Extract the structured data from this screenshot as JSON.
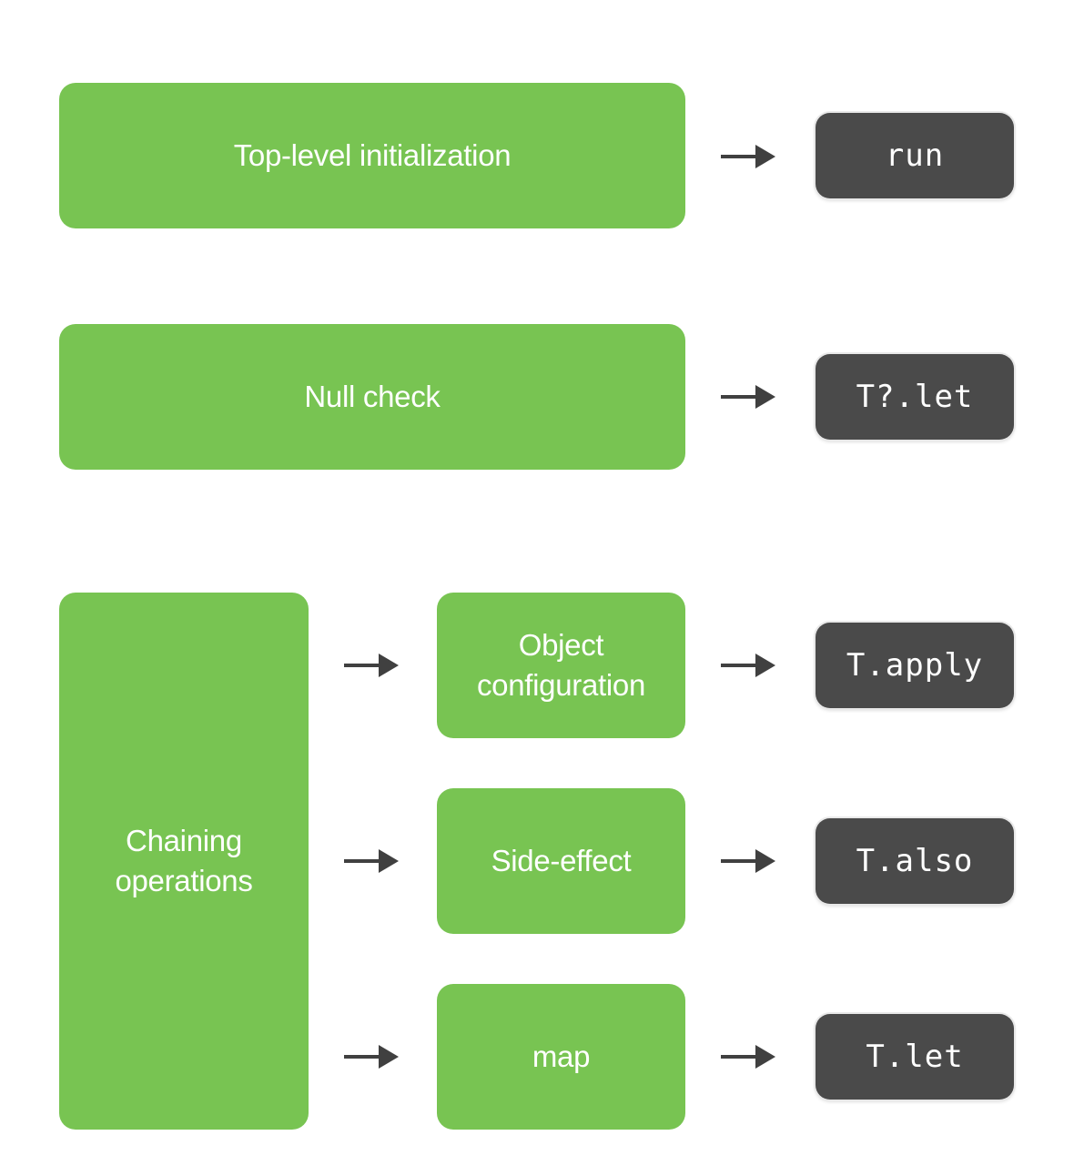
{
  "colors": {
    "green": "#78c452",
    "dark": "#4a4a4a",
    "arrow": "#404040"
  },
  "boxes": {
    "top_level": "Top-level initialization",
    "null_check": "Null check",
    "chaining": "Chaining\noperations",
    "object_config": "Object\nconfiguration",
    "side_effect": "Side-effect",
    "map": "map"
  },
  "functions": {
    "run": "run",
    "safe_let": "T?.let",
    "apply": "T.apply",
    "also": "T.also",
    "let": "T.let"
  },
  "icons": {
    "arrow": "right-arrow-icon"
  }
}
